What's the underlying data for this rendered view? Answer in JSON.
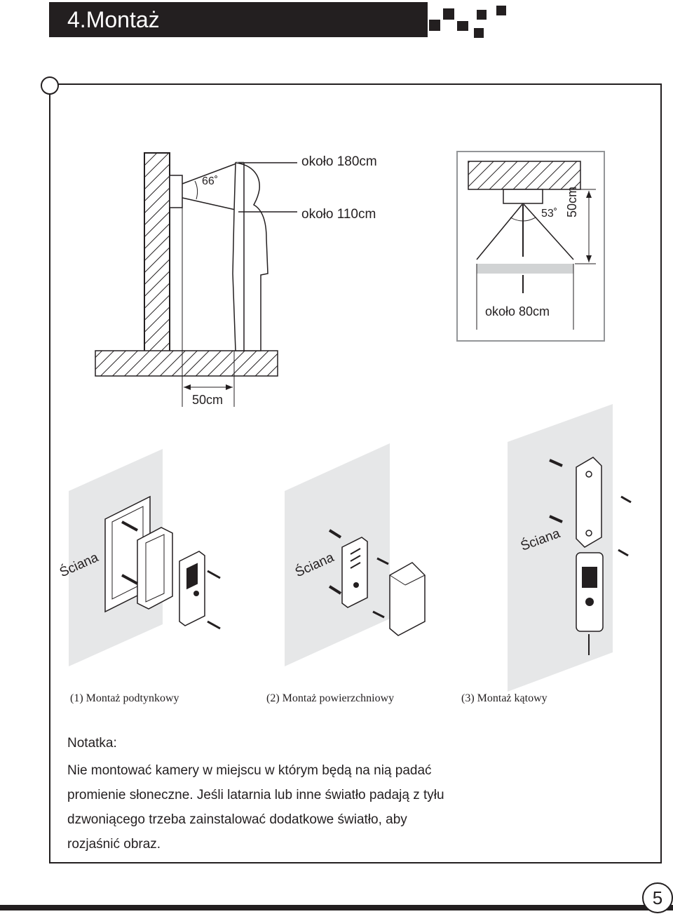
{
  "header": {
    "title": "4.Montaż"
  },
  "diagram_height": {
    "label_180": "około 180cm",
    "label_110": "około 110cm",
    "angle": "66˚",
    "distance": "50cm"
  },
  "diagram_top": {
    "angle": "53˚",
    "distance": "50cm",
    "width": "około 80cm"
  },
  "wall_label": "Ściana",
  "captions": {
    "flush": "(1) Montaż podtynkowy",
    "surface": "(2) Montaż powierzchniowy",
    "angle": "(3) Montaż kątowy"
  },
  "note": {
    "title": "Notatka:",
    "lines": [
      "Nie montować kamery w miejscu w którym będą na nią padać",
      "promienie słoneczne. Jeśli latarnia lub inne światło padają z tyłu",
      "dzwoniącego trzeba zainstalować dodatkowe światło, aby",
      "rozjaśnić obraz."
    ]
  },
  "page_number": "5"
}
